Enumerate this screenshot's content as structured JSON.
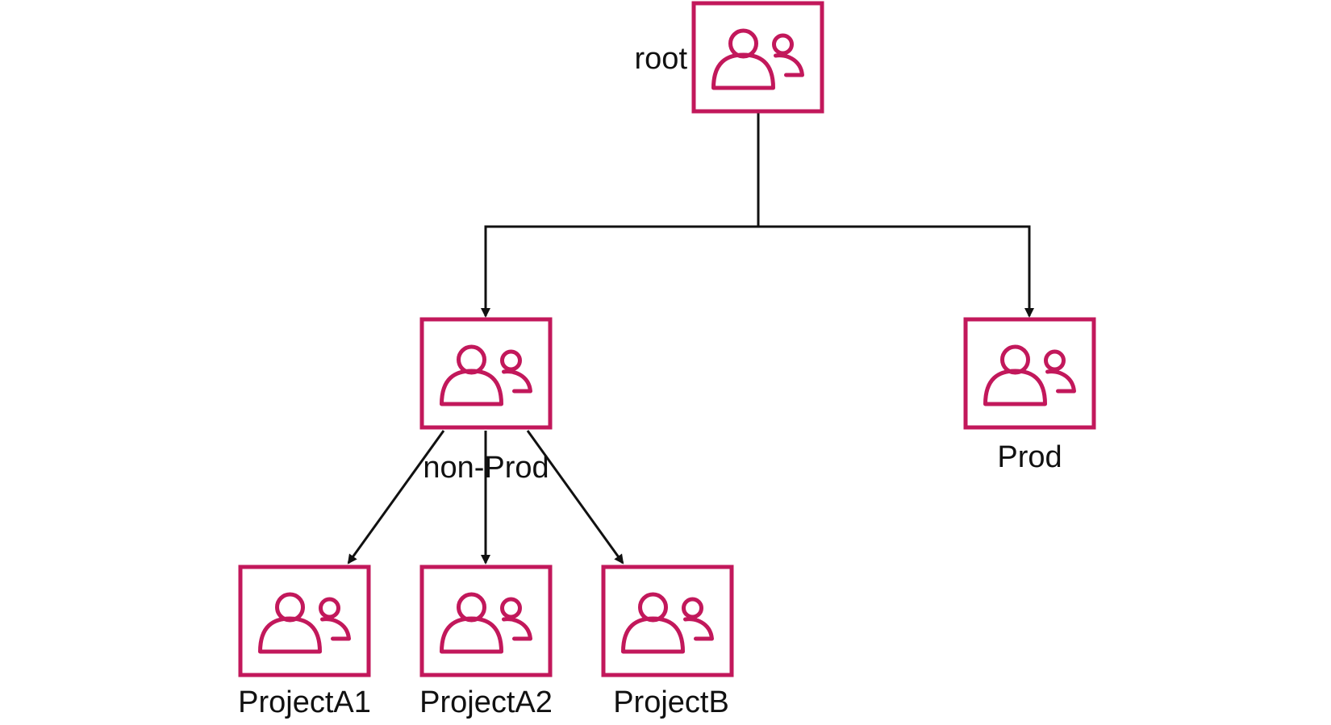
{
  "colors": {
    "node_accent": "#c2185b",
    "edge": "#111111",
    "label": "#111111",
    "background": "#ffffff"
  },
  "icon": "user-group-icon",
  "nodes": {
    "root": {
      "label": "root"
    },
    "non_prod": {
      "label": "non-Prod"
    },
    "prod": {
      "label": "Prod"
    },
    "project_a1": {
      "label": "ProjectA1"
    },
    "project_a2": {
      "label": "ProjectA2"
    },
    "project_b": {
      "label": "ProjectB"
    }
  },
  "edges": [
    {
      "from": "root",
      "to": "non_prod"
    },
    {
      "from": "root",
      "to": "prod"
    },
    {
      "from": "non_prod",
      "to": "project_a1"
    },
    {
      "from": "non_prod",
      "to": "project_a2"
    },
    {
      "from": "non_prod",
      "to": "project_b"
    }
  ]
}
